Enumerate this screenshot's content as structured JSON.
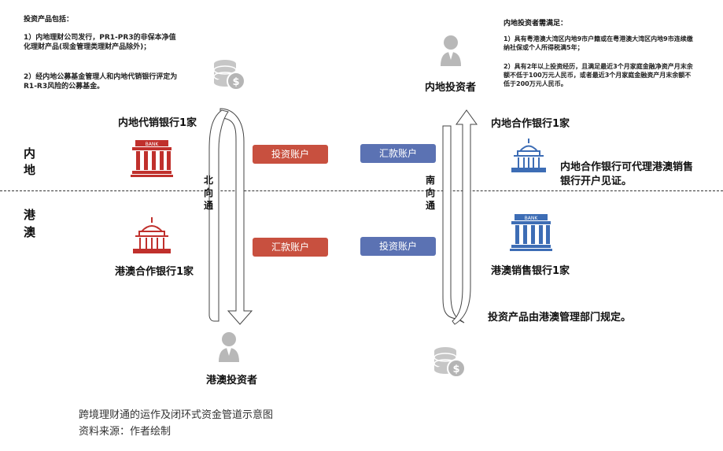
{
  "left_note": {
    "title": "投资产品包括：",
    "item1": "1）内地理财公司发行，PR1-PR3的非保本净值化理财产品(现金管理类理财产品除外)；",
    "item2": "2）经内地公募基金管理人和内地代销银行评定为R1-R3风险的公募基金。"
  },
  "right_note": {
    "title": "内地投资者需满足：",
    "item1": "1）具有粤港澳大湾区内地9市户籍或在粤港澳大湾区内地9市连续缴纳社保或个人所得税满5年；",
    "item2": "2）具有2年以上投资经历，且满足最近3个月家庭金融净资产月末余额不低于100万元人民币，或者最近3个月家庭金融资产月末余额不低于200万元人民币。"
  },
  "regions": {
    "mainland_1": "内",
    "mainland_2": "地",
    "hkmo_1": "港",
    "hkmo_2": "澳"
  },
  "labels": {
    "mainland_sales_bank": "内地代销银行1家",
    "mainland_partner_bank": "内地合作银行1家",
    "mainland_investor": "内地投资者",
    "hkmo_partner_bank": "港澳合作银行1家",
    "hkmo_sales_bank": "港澳销售银行1家",
    "hkmo_investor": "港澳投资者",
    "mainland_partner_note": "内地合作银行可代理港澳销售银行开户见证。",
    "hkmo_product_note": "投资产品由港澳管理部门规定。",
    "bank_sign": "BANK"
  },
  "connect": {
    "northbound": [
      "北",
      "向",
      "通"
    ],
    "southbound": [
      "南",
      "向",
      "通"
    ]
  },
  "accounts": {
    "top_red": "投资账户",
    "top_blue": "汇款账户",
    "bottom_red": "汇款账户",
    "bottom_blue": "投资账户"
  },
  "caption": {
    "line1": "跨境理财通的运作及闭环式资金管道示意图",
    "line2": "资料来源：作者绘制"
  },
  "colors": {
    "red": "#c8503f",
    "blue": "#5b72b3",
    "bank_red": "#c0302c",
    "bank_blue": "#3d6db5",
    "gray_icon": "#b8b8b8"
  }
}
